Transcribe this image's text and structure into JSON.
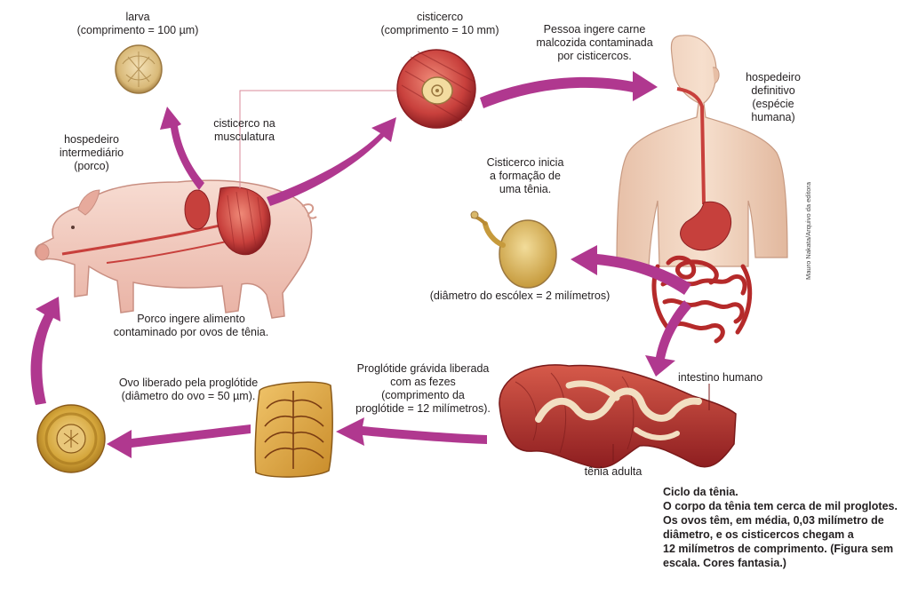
{
  "labels": {
    "larva": "larva\n(comprimento = 100 µm)",
    "cisticerco": "cisticerco\n(comprimento = 10 mm)",
    "pessoa_ingere": "Pessoa ingere carne\nmalcozida contaminada\npor cisticercos.",
    "hospedeiro_definitivo": "hospedeiro\ndefinitivo\n(espécie\nhumana)",
    "hospedeiro_intermediario": "hospedeiro\nintermediário\n(porco)",
    "cisticerco_musculatura": "cisticerco na\nmusculatura",
    "cisticerco_inicia": "Cisticerco inicia\na formação de\numa tênia.",
    "diametro_escolex": "(diâmetro do escólex = 2 milímetros)",
    "porco_ingere": "Porco ingere alimento\ncontaminado por ovos de tênia.",
    "ovo_liberado": "Ovo liberado pela proglótide\n(diâmetro do ovo = 50 µm).",
    "proglotide_gravida": "Proglótide grávida liberada\ncom as fezes\n(comprimento da\nproglótide = 12 milímetros).",
    "intestino_humano": "intestino humano",
    "tenia_adulta": "tênia adulta"
  },
  "caption": {
    "title": "Ciclo da tênia.",
    "line1": "O corpo da tênia tem cerca de mil proglotes.",
    "line2": "Os ovos têm, em média, 0,03 milímetro de",
    "line3": "diâmetro, e os cisticercos chegam a",
    "line4": "12 milímetros de comprimento. (Figura sem",
    "line5": "escala. Cores fantasia.)"
  },
  "credit": "Mauro Nakata/Arquivo da editora",
  "colors": {
    "arrow": "#b0388f",
    "muscle": "#c2383a",
    "pig_skin": "#f2c9bd",
    "human_skin": "#f1d4c0",
    "egg": "#d4a53a",
    "proglottid": "#d9a03a",
    "intestine": "#b52a2a"
  }
}
